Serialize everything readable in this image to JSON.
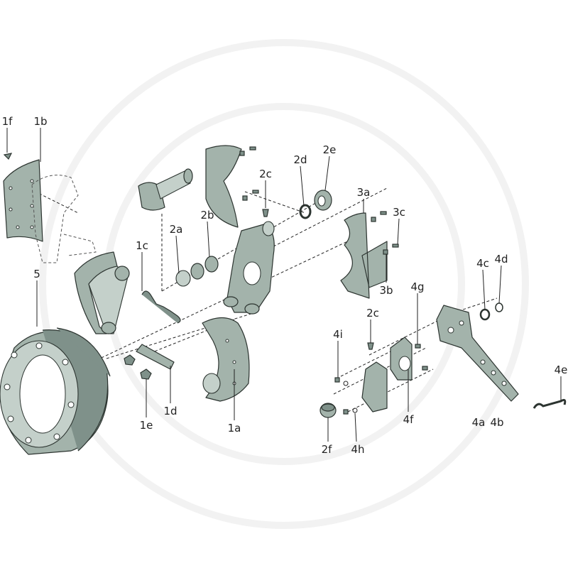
{
  "diagram": {
    "title": "Brake assembly exploded view",
    "labels": {
      "l1f": "1f",
      "l1b": "1b",
      "l5": "5",
      "l1c": "1c",
      "l2a": "2a",
      "l2b": "2b",
      "l2c_top": "2c",
      "l2d": "2d",
      "l2e": "2e",
      "l3a": "3a",
      "l3c": "3c",
      "l3b": "3b",
      "l4c": "4c",
      "l4d": "4d",
      "l4g": "4g",
      "l2c_low": "2c",
      "l4i": "4i",
      "l1e": "1e",
      "l1d": "1d",
      "l1a": "1a",
      "l4f": "4f",
      "l2f": "2f",
      "l4h": "4h",
      "l4a": "4a",
      "l4b": "4b",
      "l4e": "4e"
    },
    "colors": {
      "part": "#a3b3ab",
      "outline": "#2c3430"
    }
  }
}
